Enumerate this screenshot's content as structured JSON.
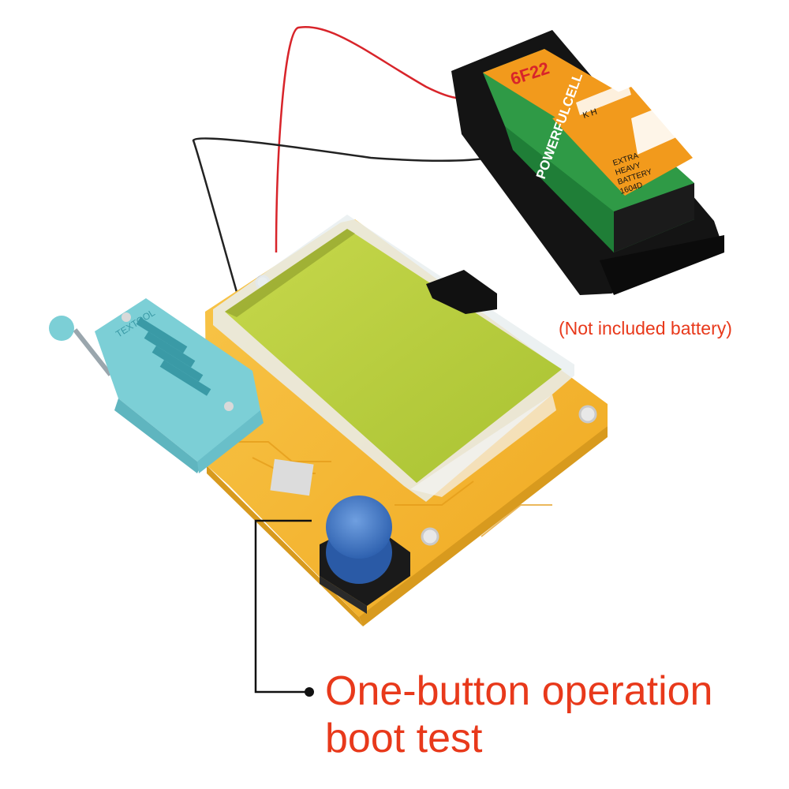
{
  "battery": {
    "model": "6F22",
    "brand": "POWERFULCELL",
    "marks": "K H",
    "line1": "EXTRA",
    "line2": "HEAVY",
    "line3": "BATTERY",
    "code": "1604D"
  },
  "socket": {
    "label": "TEXTOOL"
  },
  "note": "(Not included battery)",
  "caption": {
    "line1": "One-button operation",
    "line2": "boot test"
  },
  "colors": {
    "board": "#f4b62a",
    "lcd": "#b9cf3c",
    "button": "#3f78c8",
    "socket": "#7ccfd6",
    "battery_green": "#2f9a46",
    "battery_orange": "#f29a1c",
    "caption": "#e8391b"
  }
}
